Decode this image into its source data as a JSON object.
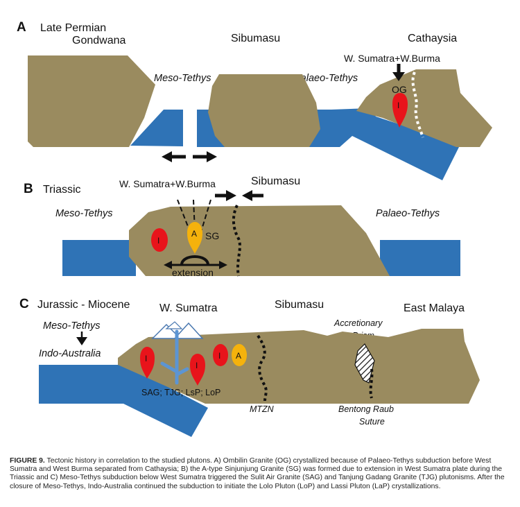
{
  "colors": {
    "plate": "#9a8b5f",
    "ocean": "#2f73b6",
    "i_type": "#e8141b",
    "a_type": "#f5b20c",
    "suture_white": "#ffffff",
    "suture_black": "#111111",
    "arrow": "#111111"
  },
  "panelA": {
    "letter": "A",
    "title_line1": "Late Permian",
    "gondwana": "Gondwana",
    "sibumasu": "Sibumasu",
    "cathaysia": "Cathaysia",
    "meso_tethys": "Meso-Tethys",
    "palaeo_tethys": "Palaeo-Tethys",
    "wsumatra_wburma": "W. Sumatra+W.Burma",
    "og_label": "OG",
    "pluton_i": "I"
  },
  "panelB": {
    "letter": "B",
    "title": "Triassic",
    "wsumatra_wburma": "W. Sumatra+W.Burma",
    "sibumasu": "Sibumasu",
    "meso_tethys": "Meso-Tethys",
    "palaeo_tethys": "Palaeo-Tethys",
    "pluton_i": "I",
    "pluton_a": "A",
    "sg_label": "SG",
    "extension": "extension"
  },
  "panelC": {
    "letter": "C",
    "title": "Jurassic - Miocene",
    "meso_tethys": "Meso-Tethys",
    "indo_australia": "Indo-Australia",
    "wsumatra": "W. Sumatra",
    "sibumasu": "Sibumasu",
    "east_malaya": "East Malaya",
    "accretionary": "Accretionary",
    "prism": "Prism",
    "plutons_label": "SAG; TJG; LsP; LoP",
    "mtzn": "MTZN",
    "bentong": "Bentong Raub",
    "suture": "Suture",
    "pluton_i": "I",
    "pluton_a": "A"
  },
  "caption": {
    "label": "FIGURE 9.",
    "text": " Tectonic history in correlation to the studied plutons. A) Ombilin Granite (OG) crystallized because of Palaeo-Tethys subduction before West Sumatra and West Burma separated from Cathaysia; B) the A-type Sinjunjung Granite (SG) was formed due to extension in West Sumatra plate during the Triassic and C) Meso-Tethys subduction below West Sumatra triggered the Sulit Air Granite (SAG) and Tanjung Gadang Granite (TJG) plutonisms. After the closure of Meso-Tethys, Indo-Australia continued the subduction to initiate the Lolo Pluton (LoP) and Lassi Pluton (LaP) crystallizations."
  }
}
